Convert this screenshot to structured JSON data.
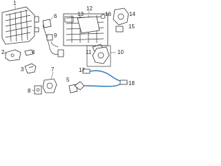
{
  "callouts": {
    "c1": "1",
    "c2": "2",
    "c3": "3",
    "c4": "4",
    "c5": "5",
    "c6": "6",
    "c7": "7",
    "c8": "8",
    "c9": "9",
    "c10": "10",
    "c11": "11",
    "c12": "12",
    "c13": "13",
    "c14": "14",
    "c15": "15",
    "c16": "16",
    "c17": "17",
    "c18": "18"
  },
  "colors": {
    "line": "#333333",
    "highlight_wire": "#3a7fc2",
    "background": "#ffffff"
  }
}
